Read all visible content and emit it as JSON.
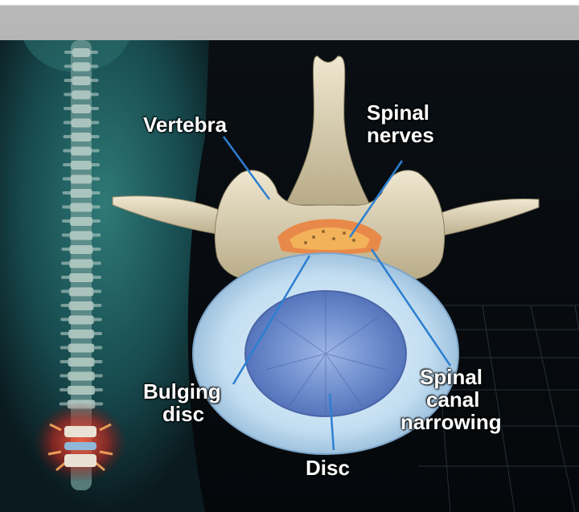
{
  "labels": {
    "vertebra": "Vertebra",
    "spinal_nerves": [
      "Spinal",
      "nerves"
    ],
    "bulging_disc": [
      "Bulging",
      "disc"
    ],
    "spinal_canal_narrowing": [
      "Spinal",
      "canal",
      "narrowing"
    ],
    "disc": "Disc"
  },
  "colors": {
    "background_dark": "#0b1115",
    "body_teal": "#1f5c5e",
    "bone": "#ddd3b8",
    "disc_outer": "#bcd9ef",
    "disc_nucleus": "#6f8fd0",
    "nerve_orange": "#e8894a",
    "inflammation_red": "#d8322a",
    "pointer_line": "#2c7fd0",
    "header_gray": "#b7b7b7"
  }
}
